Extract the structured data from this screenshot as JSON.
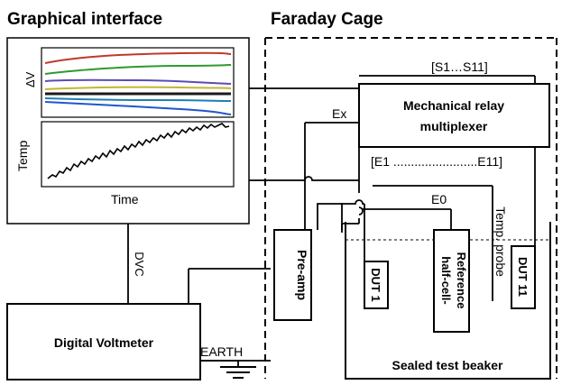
{
  "titles": {
    "left": "Graphical interface",
    "right": "Faraday Cage"
  },
  "graph": {
    "upper_ylabel": "ΔV",
    "lower_ylabel": "Temp",
    "xlabel": "Time",
    "trace_colors": [
      "#c0392b",
      "#2e9a2e",
      "#5b4bb7",
      "#c9b233",
      "#1a1a1a",
      "#1f7fb6",
      "#2255cc"
    ]
  },
  "components": {
    "relay_line1": "Mechanical relay",
    "relay_line2": "multiplexer",
    "preamp": "Pre-amp",
    "dut1": "DUT 1",
    "reference_line1": "Reference",
    "reference_line2": "half-cell-",
    "dut11": "DUT 11",
    "temp_probe": "Temp. probe",
    "beaker": "Sealed test beaker",
    "voltmeter": "Digital Voltmeter"
  },
  "signals": {
    "s_bus": "[S1…S11]",
    "e_bus": "[E1 ........................E11]",
    "e0": "E0",
    "ex": "Ex",
    "dvc": "DVC",
    "earth": "EARTH"
  }
}
